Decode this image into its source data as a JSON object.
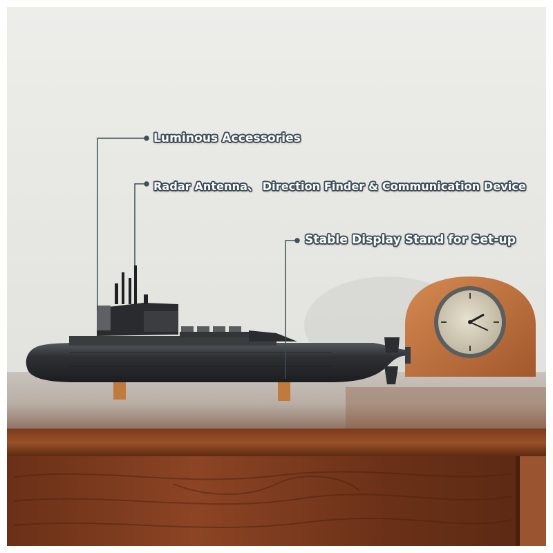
{
  "callouts": {
    "luminous": "Luminous Accessories",
    "radar": "Radar Antenna、 Direction Finder & Communication Device",
    "stand": "Stable Display Stand for Set-up"
  },
  "colors": {
    "wall": "#e9e9e6",
    "wood_dark": "#5a2a14",
    "wood_mid": "#8a4524",
    "hull": "#2b2d30",
    "stand": "#c07a3e",
    "label_outline": "#3f4e58",
    "label_fill": "#ffffff"
  }
}
